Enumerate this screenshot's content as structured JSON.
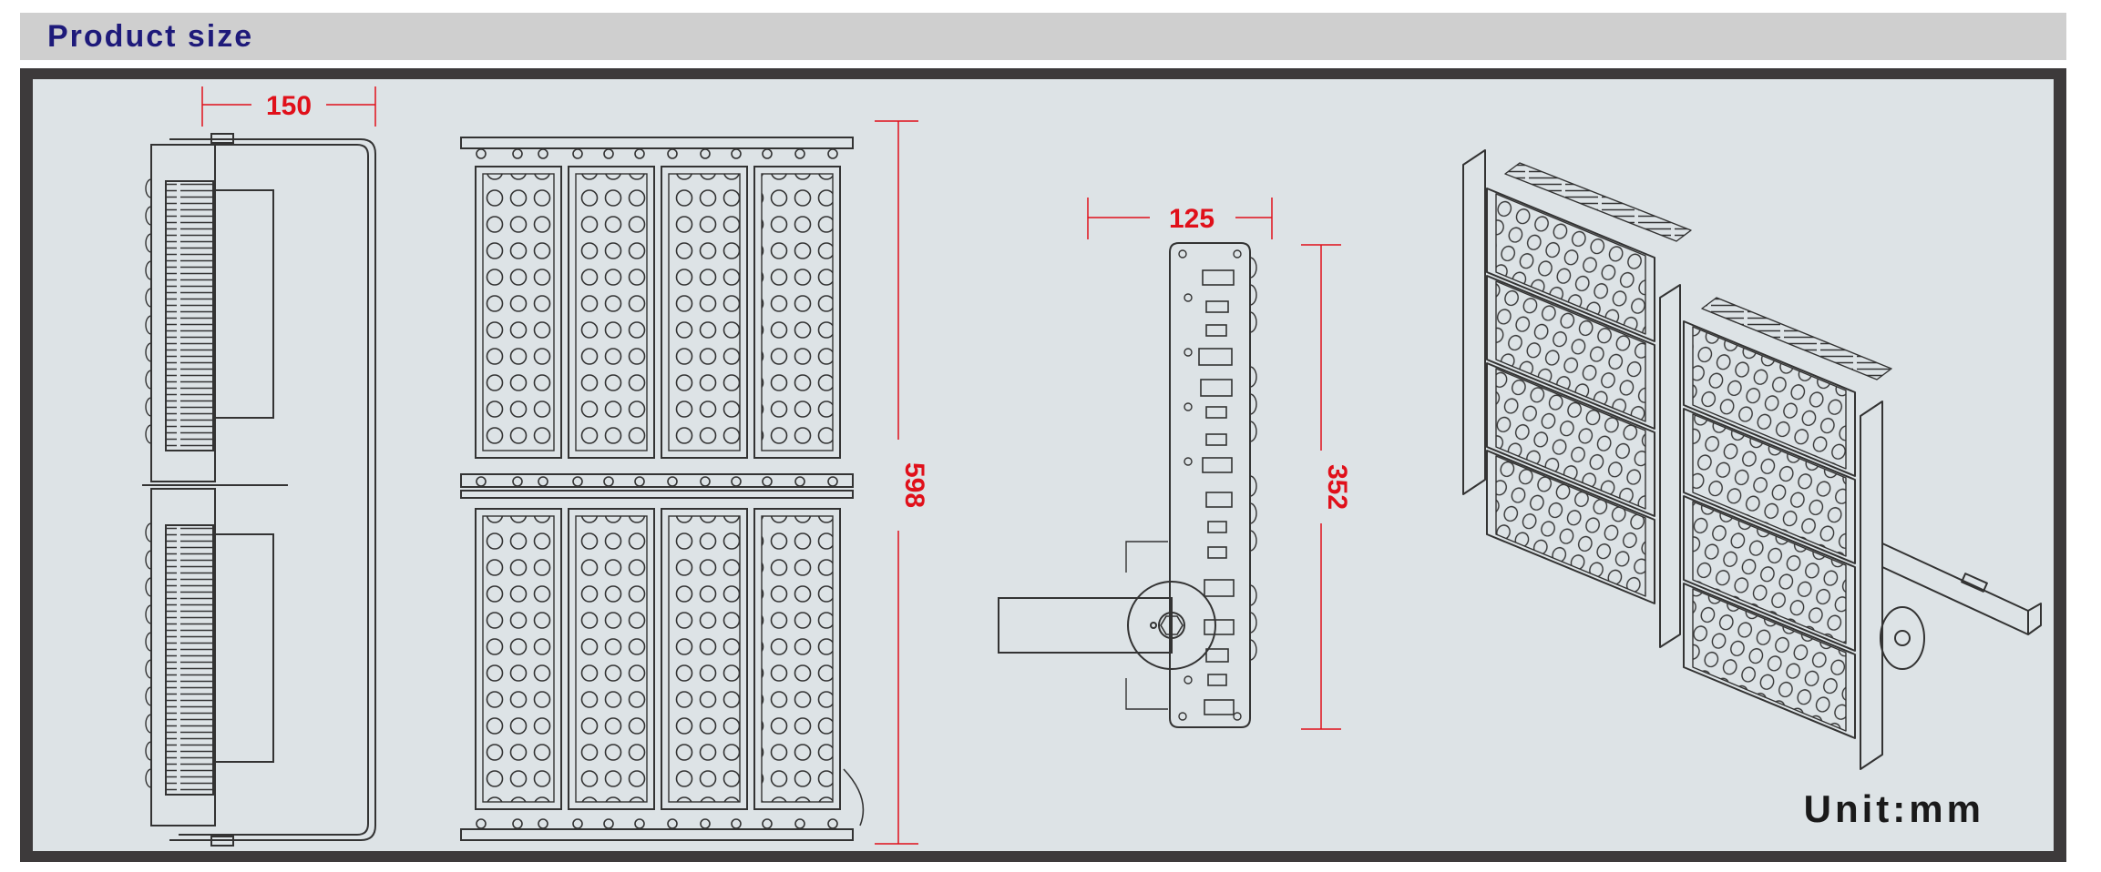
{
  "header": {
    "title": "Product size"
  },
  "dimensions": {
    "side_width": "150",
    "front_height": "598",
    "bracket_width": "125",
    "bracket_height": "352"
  },
  "unit": {
    "label": "Unit",
    "separator": ":",
    "value": "mm"
  },
  "colors": {
    "header_bg": "#cfcfcf",
    "title_color": "#1e1a7a",
    "frame": "#3d3a3b",
    "panel_bg": "#dde3e6",
    "dimension_color": "#e0101a",
    "line_color": "#333333"
  }
}
